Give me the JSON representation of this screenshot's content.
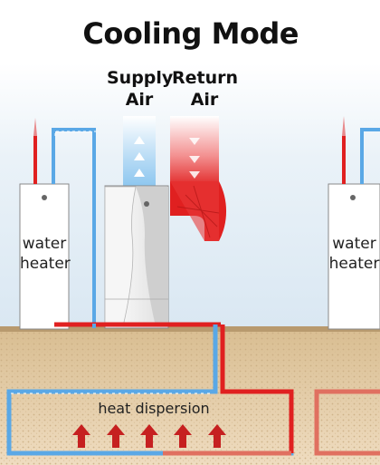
{
  "title": "Cooling Mode",
  "supply_air": [
    "Supply",
    "Air"
  ],
  "return_air": [
    "Return",
    "Air"
  ],
  "water_heater_left": [
    "water",
    "heater"
  ],
  "water_heater_right": [
    "water",
    "heater"
  ],
  "heat_dispersion": "heat dispersion",
  "colors": {
    "cold": "#5aa8e6",
    "hot": "#e02020",
    "ground": "#e8d2b0",
    "slab": "#d8c098",
    "tank": "#ffffff",
    "tank_outline": "#888888",
    "sky_top": "#d7e8f5"
  },
  "icons": [
    "up-arrow-icon",
    "down-arrow-icon",
    "logo-icon"
  ]
}
